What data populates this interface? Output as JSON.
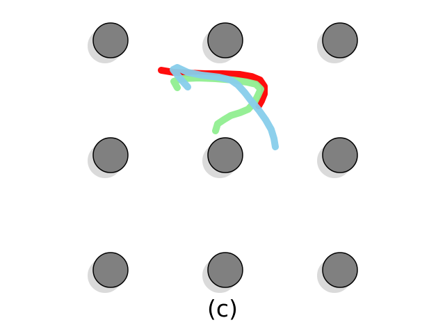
{
  "caption": "(c)",
  "colors": {
    "grid_node": "#808080",
    "grid_node_outline": "#000000",
    "grid_shadow": "#d3d3d3",
    "trajectory_red": "#ff0000",
    "trajectory_green": "#90ee90",
    "trajectory_blue": "#87ceeb"
  },
  "grid": {
    "rows": 3,
    "cols": 3
  },
  "trajectories": [
    {
      "color_key": "trajectory_red"
    },
    {
      "color_key": "trajectory_green"
    },
    {
      "color_key": "trajectory_blue"
    }
  ]
}
